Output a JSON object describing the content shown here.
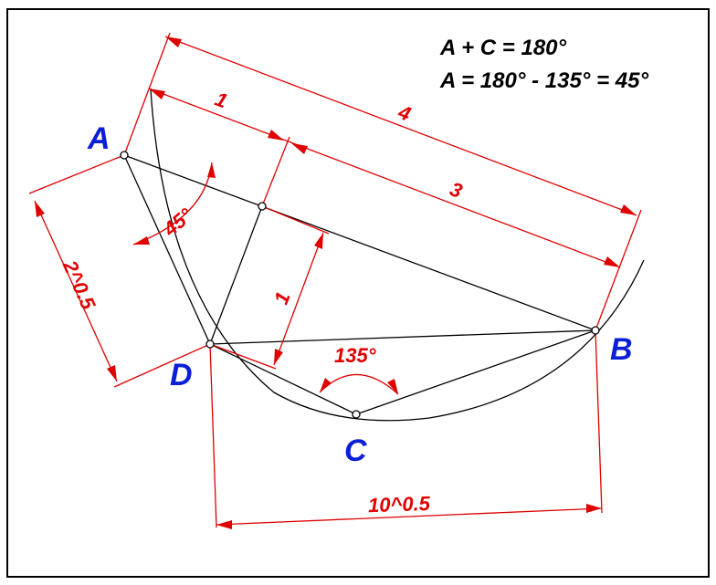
{
  "equations": {
    "line1": "A + C = 180°",
    "line2": "A = 180° - 135° = 45°"
  },
  "points": {
    "A": "A",
    "B": "B",
    "C": "C",
    "D": "D"
  },
  "dimensions": {
    "top_total": "4",
    "top_left": "1",
    "top_right": "3",
    "perpendicular": "1",
    "left_side": "2^0.5",
    "bottom": "10^0.5"
  },
  "angles": {
    "angle_A": "45°",
    "angle_C": "135°"
  },
  "colors": {
    "dimension": "#e00000",
    "point_label": "#0a1fd6",
    "geometry": "#000000"
  }
}
